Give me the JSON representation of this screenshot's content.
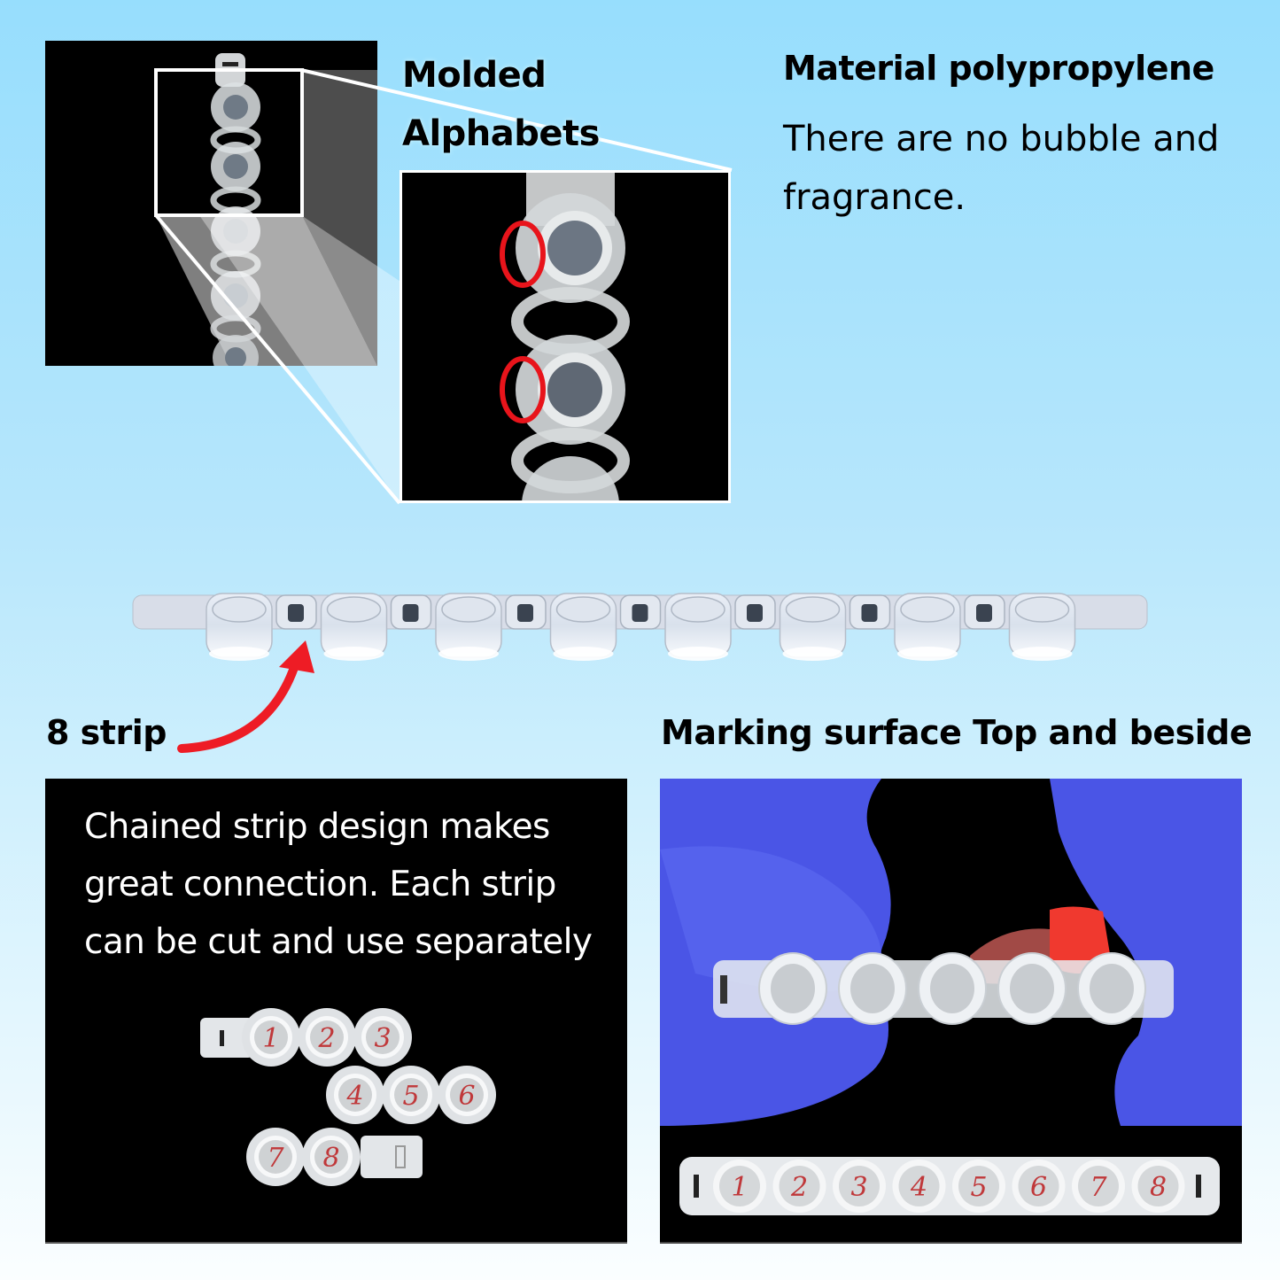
{
  "header": {
    "molded_title_line1": "Molded",
    "molded_title_line2": "Alphabets",
    "material_title": "Material polypropylene",
    "material_desc_line1": "There are no bubble and",
    "material_desc_line2": "fragrance."
  },
  "strip_section": {
    "label": "8 strip",
    "cap_count": 8
  },
  "marking_section": {
    "title": "Marking surface Top and beside"
  },
  "chain_section": {
    "desc_line1": "Chained strip design makes",
    "desc_line2": "great connection. Each strip",
    "desc_line3": "can be cut and use separately",
    "strip_groups": [
      [
        "1",
        "2",
        "3"
      ],
      [
        "4",
        "5",
        "6"
      ],
      [
        "7",
        "8"
      ]
    ]
  },
  "marked_strip_numbers": [
    "1",
    "2",
    "3",
    "4",
    "5",
    "6",
    "7",
    "8"
  ],
  "colors": {
    "highlight_ring": "#e8141b",
    "arrow": "#ee1c25",
    "glove": "#4a55e6",
    "marker_ink": "#c0383a"
  }
}
